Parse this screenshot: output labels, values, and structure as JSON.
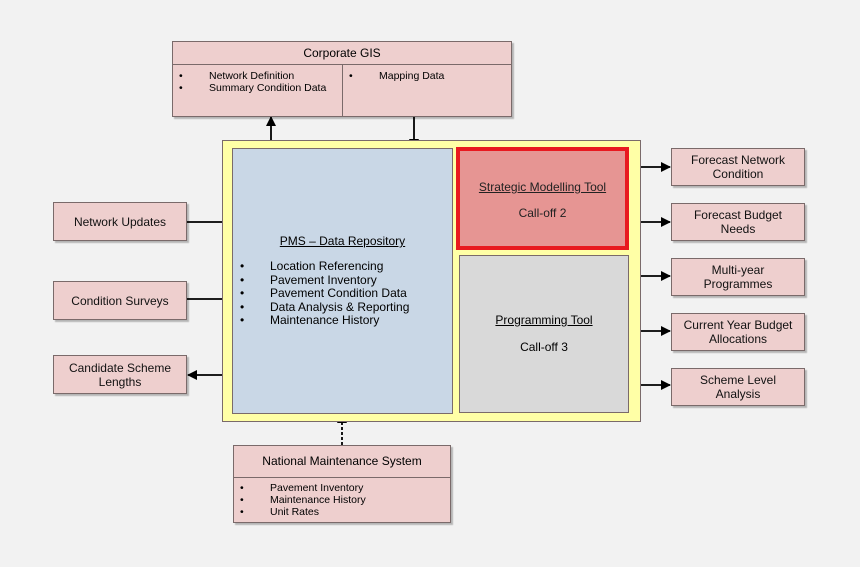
{
  "corporate_gis": {
    "title": "Corporate GIS",
    "left_items": [
      "Network Definition",
      "Summary Condition Data"
    ],
    "right_items": [
      "Mapping Data"
    ]
  },
  "inputs": {
    "network_updates": "Network Updates",
    "condition_surveys": "Condition Surveys",
    "candidate_scheme_lengths": "Candidate Scheme Lengths"
  },
  "pms": {
    "title": "PMS – Data Repository",
    "items": [
      "Location Referencing",
      "Pavement Inventory",
      "Pavement Condition Data",
      "Data Analysis & Reporting",
      "Maintenance History"
    ]
  },
  "strategic_tool": {
    "title": "Strategic Modelling Tool",
    "calloff": "Call-off 2"
  },
  "programming_tool": {
    "title": "Programming Tool",
    "calloff": "Call-off 3"
  },
  "outputs": {
    "forecast_network_condition": "Forecast Network Condition",
    "forecast_budget_needs": "Forecast Budget Needs",
    "multi_year_programmes": "Multi-year Programmes",
    "current_year_budget": "Current Year Budget Allocations",
    "scheme_level_analysis": "Scheme Level Analysis"
  },
  "nms": {
    "title": "National Maintenance System",
    "items": [
      "Pavement Inventory",
      "Maintenance History",
      "Unit Rates"
    ]
  },
  "colors": {
    "pink_box": "#eecfce",
    "outer_yellow": "#ffffa6",
    "pms_blue": "#c9d7e6",
    "strategic_fill": "#e69593",
    "strategic_border": "#e8191f",
    "programming_grey": "#d9d9d9"
  }
}
